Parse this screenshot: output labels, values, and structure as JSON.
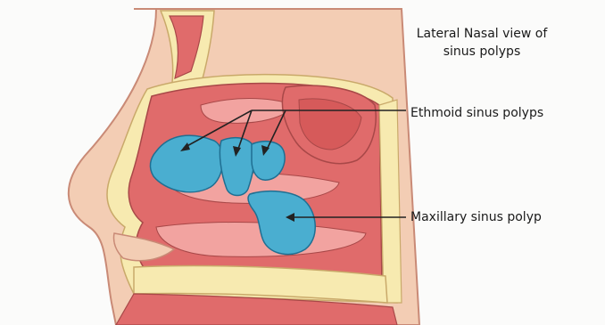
{
  "title": {
    "line1": "Lateral Nasal view of",
    "line2": "sinus polyps"
  },
  "labels": {
    "ethmoid": "Ethmoid sinus polyps",
    "maxillary": "Maxillary sinus polyp"
  },
  "colors": {
    "skin": "#f3cdb4",
    "skin_outline": "#c98a76",
    "bone": "#f7eab0",
    "mucosa": "#e06b6b",
    "mucosa_light": "#f2a3a0",
    "polyp": "#4aaed0",
    "polyp_outline": "#1f6f92",
    "leader_line": "#222222"
  }
}
